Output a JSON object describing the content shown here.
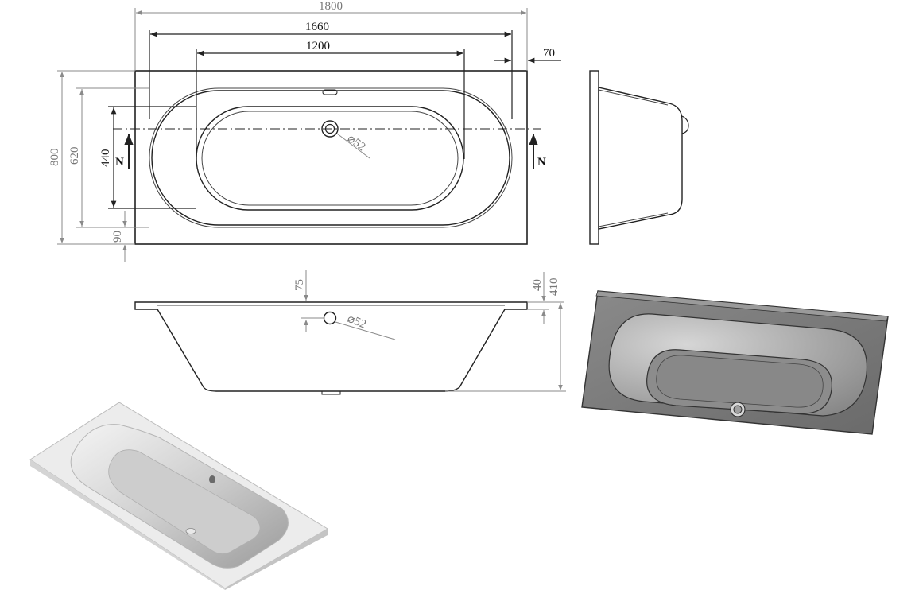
{
  "dimensions": {
    "overall_length": "1800",
    "length_1660": "1660",
    "length_1200": "1200",
    "offset_70": "70",
    "overall_width": "800",
    "width_620": "620",
    "width_440": "440",
    "offset_90": "90",
    "depth_75": "75",
    "rim_40": "40",
    "height_410": "410",
    "waste_top": "⌀52",
    "waste_side": "⌀52"
  },
  "section_marks": {
    "left": "N",
    "right": "N"
  },
  "views": [
    "top-view",
    "end-view",
    "side-view",
    "top-render",
    "perspective-render"
  ],
  "colors": {
    "line": "#222222",
    "dim_grey": "#8a8a8a",
    "render_dark": "#7a7a7a",
    "render_light": "#ececec"
  }
}
